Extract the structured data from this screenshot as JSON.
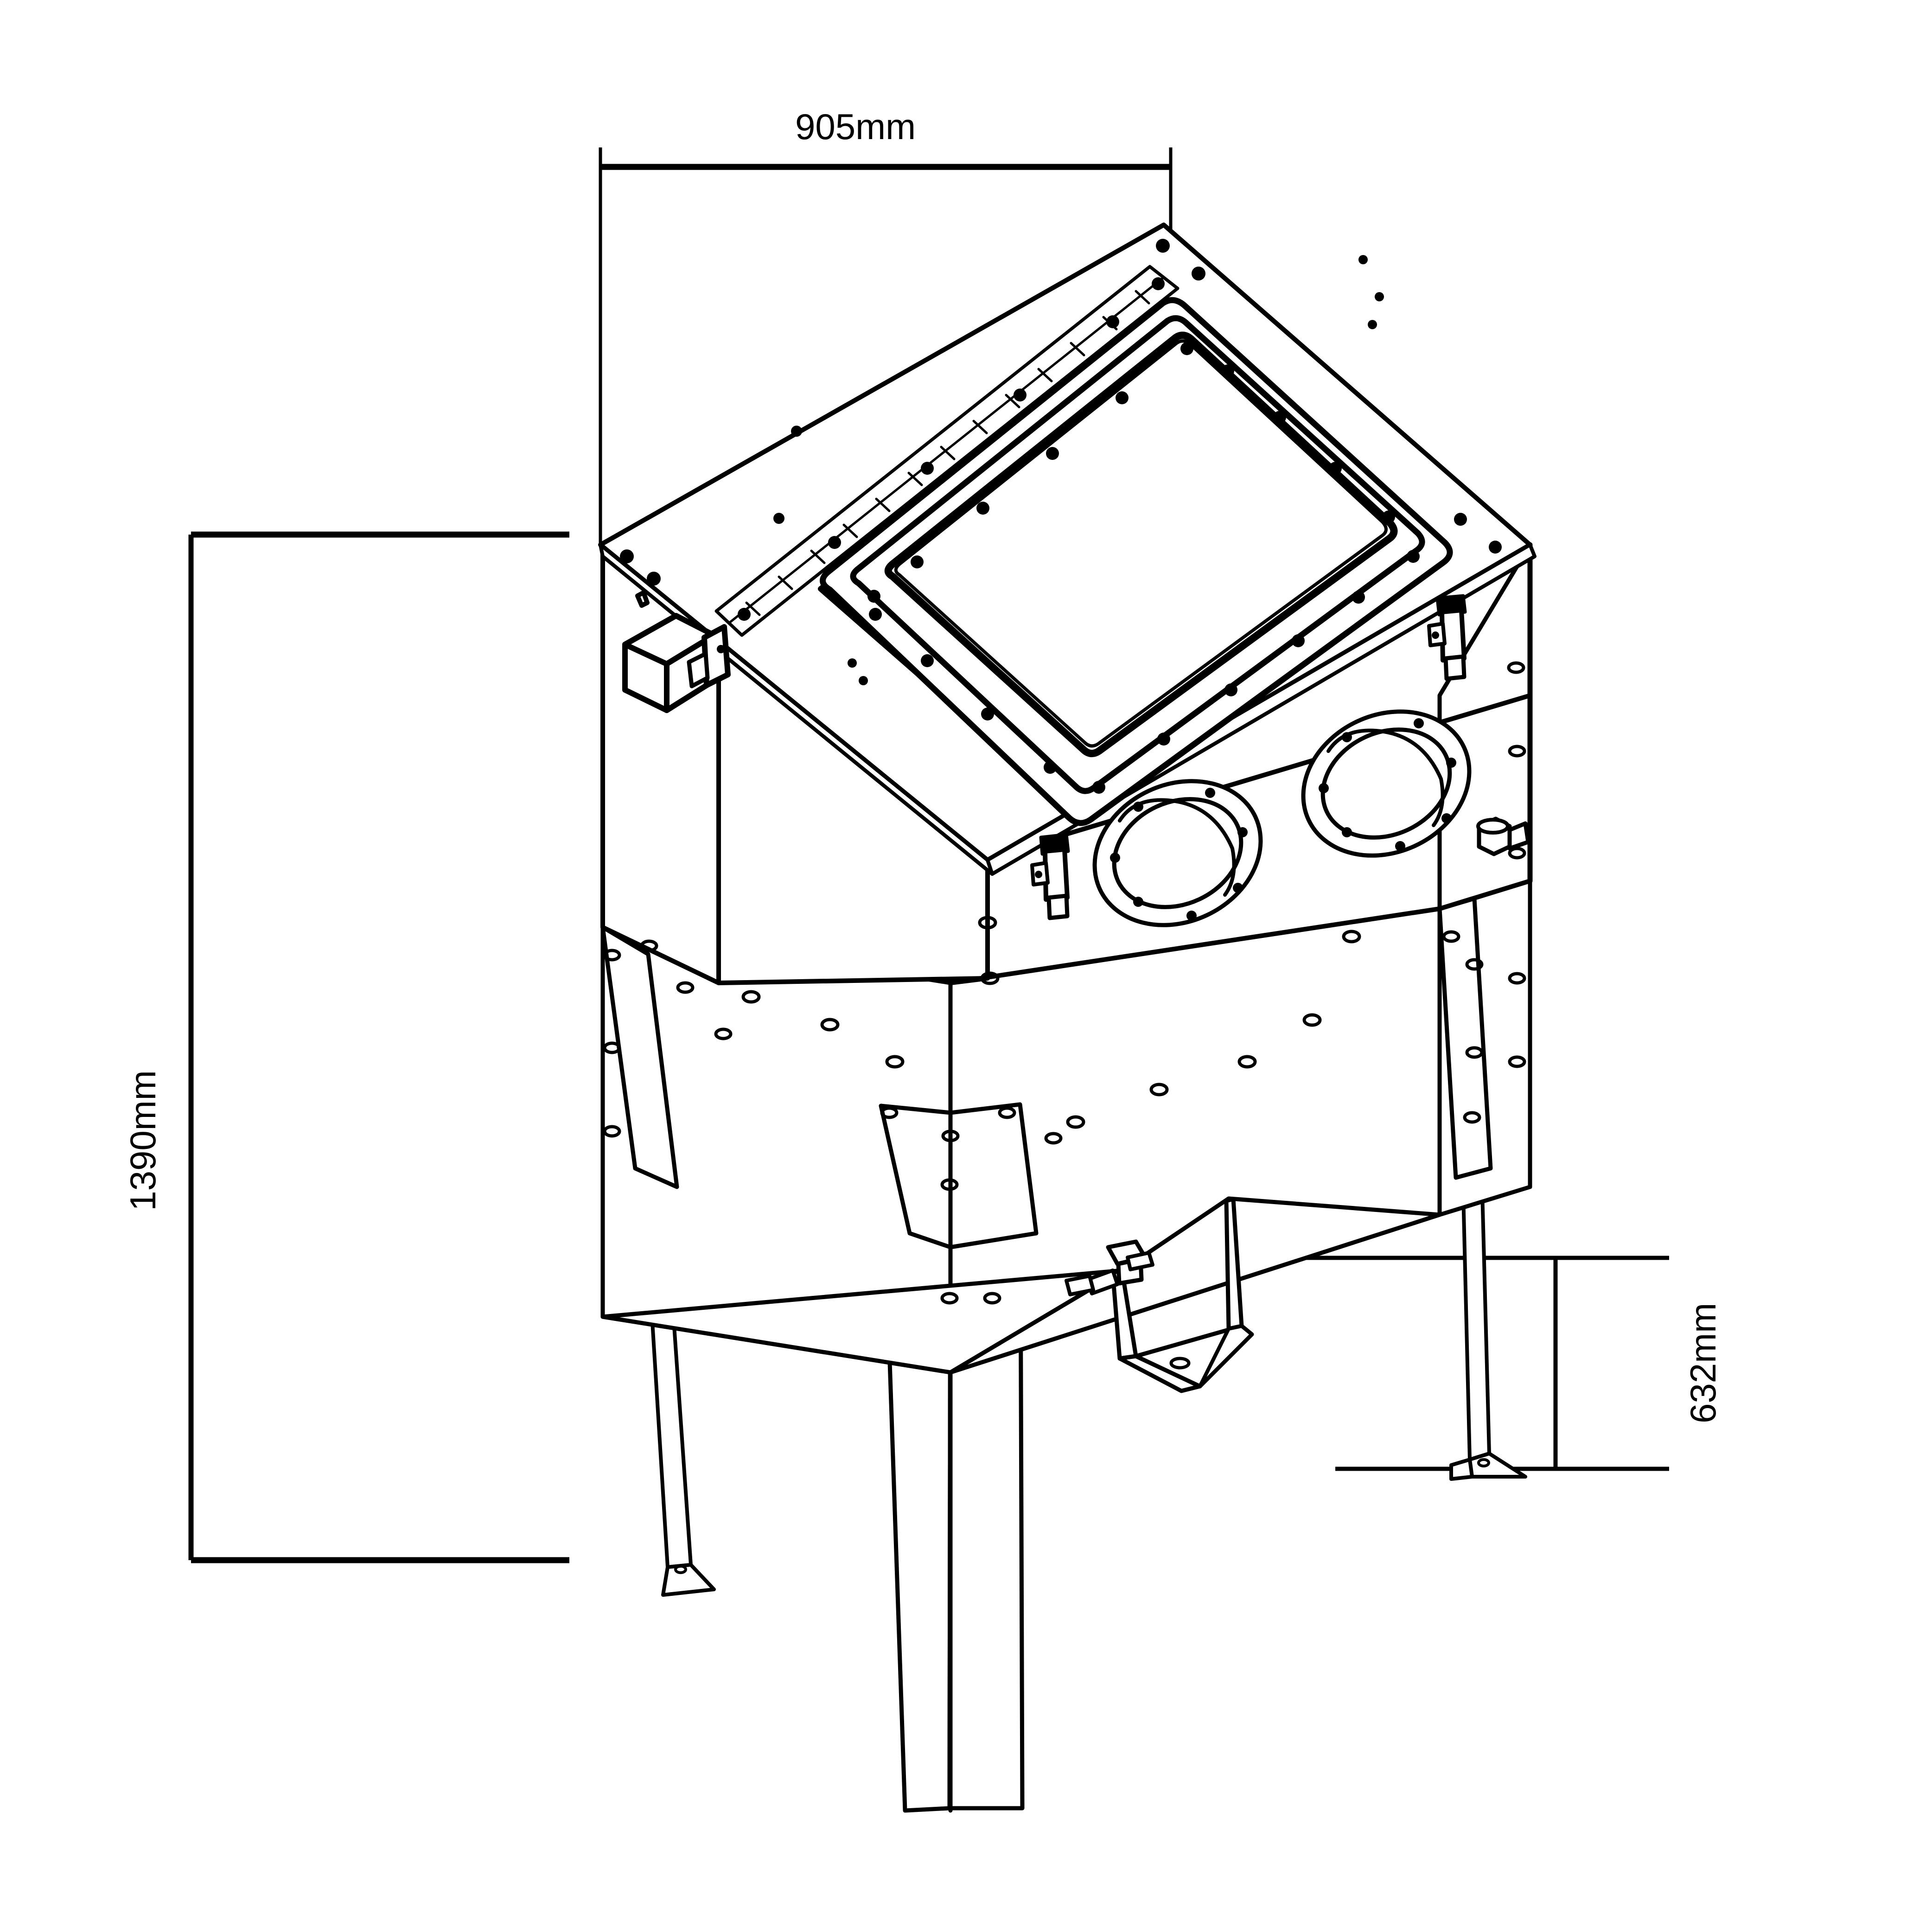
{
  "drawing": {
    "type": "isometric-technical-drawing",
    "subject": "sandblasting-cabinet",
    "background_color": "#ffffff",
    "line_color": "#000000",
    "units": "mm"
  },
  "dimensions": {
    "width": {
      "label": "905mm",
      "value": 905,
      "unit": "mm",
      "orientation": "horizontal",
      "position": "top",
      "measures": "cabinet overall width"
    },
    "height": {
      "label": "1390mm",
      "value": 1390,
      "unit": "mm",
      "orientation": "vertical",
      "position": "left",
      "rotation_deg": -90,
      "measures": "cabinet overall height"
    },
    "leg_height": {
      "label": "632mm",
      "value": 632,
      "unit": "mm",
      "orientation": "vertical",
      "position": "right",
      "rotation_deg": -90,
      "measures": "leg / floor clearance height"
    }
  },
  "components": {
    "top_panel": "sloped-top-panel",
    "lid": "hinged-viewing-lid",
    "window": "viewing-window",
    "hinge": "piano-hinge",
    "glove_port_left": "glove-port-left",
    "glove_port_right": "glove-port-right",
    "switch_box": "light-switch-box",
    "latch_left": "toggle-latch-left",
    "latch_right": "toggle-latch-right",
    "air_fitting": "air-inlet-fitting",
    "hopper": "media-hopper",
    "drain_chute": "drain-chute",
    "drain_latch": "drain-chute-latch",
    "leg_front": "front-leg",
    "leg_left": "left-leg",
    "leg_right": "right-leg",
    "foot_plate": "foot-plate"
  }
}
